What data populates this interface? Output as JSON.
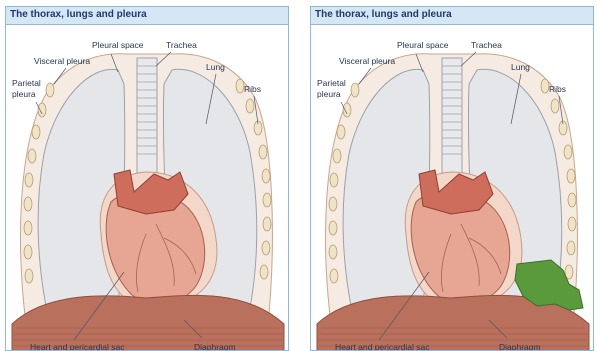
{
  "panels": [
    {
      "title": "The thorax, lungs and pleura",
      "labels": {
        "pleural_space": "Pleural space",
        "trachea": "Trachea",
        "visceral_pleura": "Visceral pleura",
        "lung": "Lung",
        "parietal": "Parietal",
        "pleura": "pleura",
        "ribs": "Ribs",
        "heart": "Heart and pericardial sac",
        "diaphragm": "Diaphragm"
      }
    },
    {
      "title": "The thorax, lungs and pleura",
      "labels": {
        "pleural_space": "Pleural space",
        "trachea": "Trachea",
        "visceral_pleura": "Visceral pleura",
        "lung": "Lung",
        "parietal": "Parietal",
        "pleura": "pleura",
        "ribs": "Ribs",
        "heart": "Heart and pericardial sac",
        "diaphragm": "Diaphragm"
      },
      "highlight_color": "#5a9a3c"
    }
  ]
}
